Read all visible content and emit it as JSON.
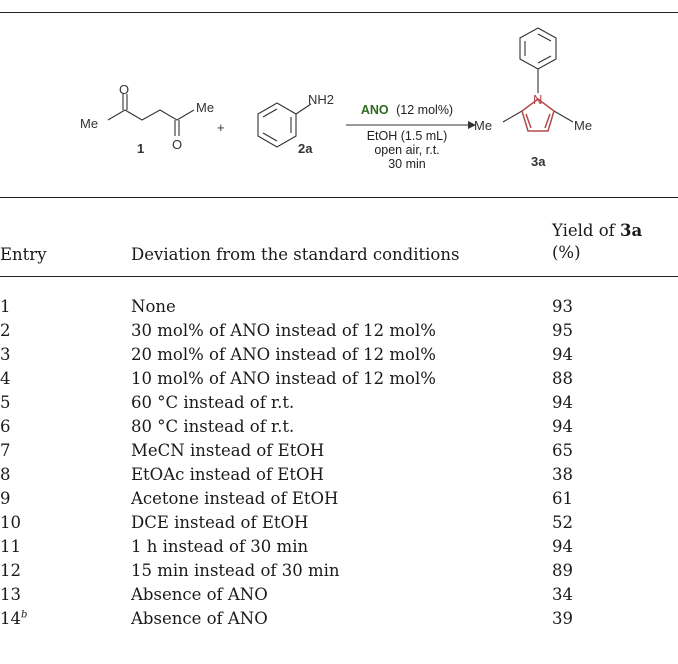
{
  "scheme": {
    "reactant1": {
      "label": "1",
      "substituents": [
        "Me",
        "Me"
      ],
      "atoms": [
        "O",
        "O"
      ]
    },
    "plus": "+",
    "reactant2": {
      "label": "2a",
      "group": "NH2"
    },
    "conditions": {
      "catalyst": "ANO",
      "catalyst_loading": "(12 mol%)",
      "solvent": "EtOH (1.5 mL)",
      "atmosphere_temp": "open air, r.t.",
      "time": "30 min"
    },
    "product": {
      "label": "3a",
      "substituents": [
        "Me",
        "Me"
      ],
      "atom": "N"
    },
    "colors": {
      "catalyst": "#2e6b1f",
      "pyrrole": "#b24848"
    }
  },
  "table": {
    "headers": {
      "entry": "Entry",
      "deviation": "Deviation from the standard conditions",
      "yield_line1": "Yield of",
      "yield_compound": "3a",
      "yield_line2": "(%)"
    },
    "rows": [
      {
        "entry": "1",
        "sup": "",
        "deviation": "None",
        "yield": "93"
      },
      {
        "entry": "2",
        "sup": "",
        "deviation": "30 mol% of ANO instead of 12 mol%",
        "yield": "95"
      },
      {
        "entry": "3",
        "sup": "",
        "deviation": "20 mol% of ANO instead of 12 mol%",
        "yield": "94"
      },
      {
        "entry": "4",
        "sup": "",
        "deviation": "10 mol% of ANO instead of 12 mol%",
        "yield": "88"
      },
      {
        "entry": "5",
        "sup": "",
        "deviation": "60 °C instead of r.t.",
        "yield": "94"
      },
      {
        "entry": "6",
        "sup": "",
        "deviation": "80 °C instead of r.t.",
        "yield": "94"
      },
      {
        "entry": "7",
        "sup": "",
        "deviation": "MeCN instead of EtOH",
        "yield": "65"
      },
      {
        "entry": "8",
        "sup": "",
        "deviation": "EtOAc instead of EtOH",
        "yield": "38"
      },
      {
        "entry": "9",
        "sup": "",
        "deviation": "Acetone instead of EtOH",
        "yield": "61"
      },
      {
        "entry": "10",
        "sup": "",
        "deviation": "DCE instead of EtOH",
        "yield": "52"
      },
      {
        "entry": "11",
        "sup": "",
        "deviation": "1 h instead of 30 min",
        "yield": "94"
      },
      {
        "entry": "12",
        "sup": "",
        "deviation": "15 min instead of 30 min",
        "yield": "89"
      },
      {
        "entry": "13",
        "sup": "",
        "deviation": "Absence of ANO",
        "yield": "34"
      },
      {
        "entry": "14",
        "sup": "b",
        "deviation": "Absence of ANO",
        "yield": "39"
      }
    ]
  }
}
